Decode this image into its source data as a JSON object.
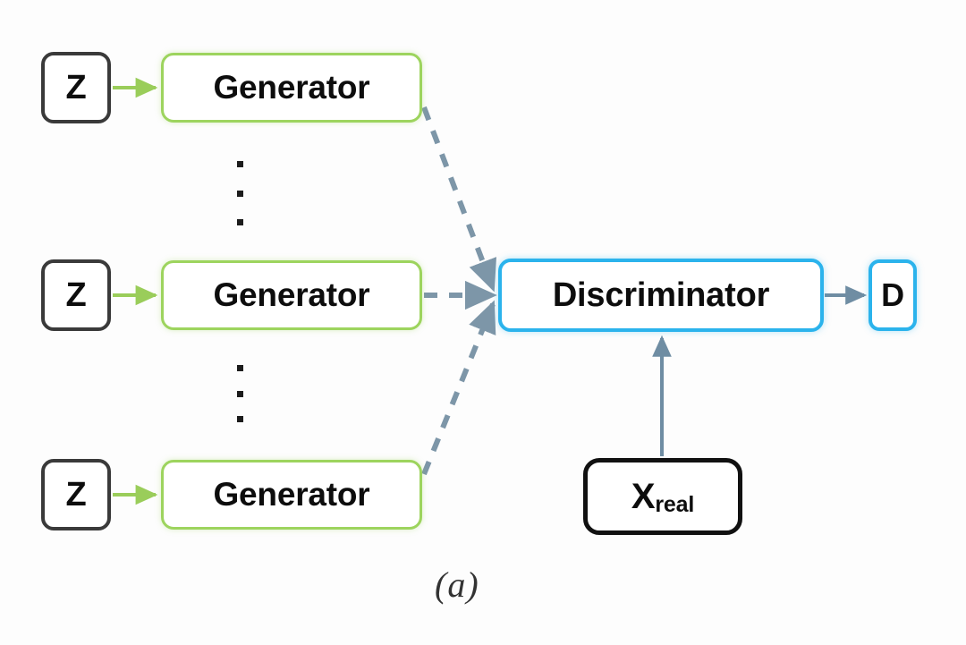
{
  "figure": {
    "caption": "(a)",
    "background_color": "#fdfdfd",
    "description": "Multi-generator GAN architecture diagram"
  },
  "colors": {
    "generator_border": "#9dd45e",
    "generator_arrow": "#9acd5a",
    "discriminator_border": "#2bb3ec",
    "latent_border": "#3a3a3a",
    "real_data_border": "#111111",
    "dashed_arrow": "#7d96a8",
    "solid_arrow": "#6f8da3",
    "text": "#0d0d0d"
  },
  "nodes": {
    "latent_inputs": [
      {
        "label": "Z",
        "name": "latent-z-top"
      },
      {
        "label": "Z",
        "name": "latent-z-middle"
      },
      {
        "label": "Z",
        "name": "latent-z-bottom"
      }
    ],
    "generators": [
      {
        "label": "Generator",
        "name": "generator-top"
      },
      {
        "label": "Generator",
        "name": "generator-middle"
      },
      {
        "label": "Generator",
        "name": "generator-bottom"
      }
    ],
    "discriminator": {
      "label": "Discriminator"
    },
    "output": {
      "label": "D"
    },
    "real_data": {
      "label_main": "X",
      "label_sub": "real"
    }
  },
  "ellipses": {
    "upper": {
      "dot_count": 3
    },
    "lower": {
      "dot_count": 3
    }
  },
  "edges": [
    {
      "name": "z-to-generator-top",
      "style": "solid",
      "color": "#9acd5a"
    },
    {
      "name": "z-to-generator-middle",
      "style": "solid",
      "color": "#9acd5a"
    },
    {
      "name": "z-to-generator-bottom",
      "style": "solid",
      "color": "#9acd5a"
    },
    {
      "name": "generator-top-to-discriminator",
      "style": "dashed",
      "color": "#7d96a8"
    },
    {
      "name": "generator-middle-to-discriminator",
      "style": "dashed",
      "color": "#7d96a8"
    },
    {
      "name": "generator-bottom-to-discriminator",
      "style": "dashed",
      "color": "#7d96a8"
    },
    {
      "name": "real-data-to-discriminator",
      "style": "solid",
      "color": "#6f8da3"
    },
    {
      "name": "discriminator-to-output",
      "style": "solid",
      "color": "#6f8da3"
    }
  ]
}
